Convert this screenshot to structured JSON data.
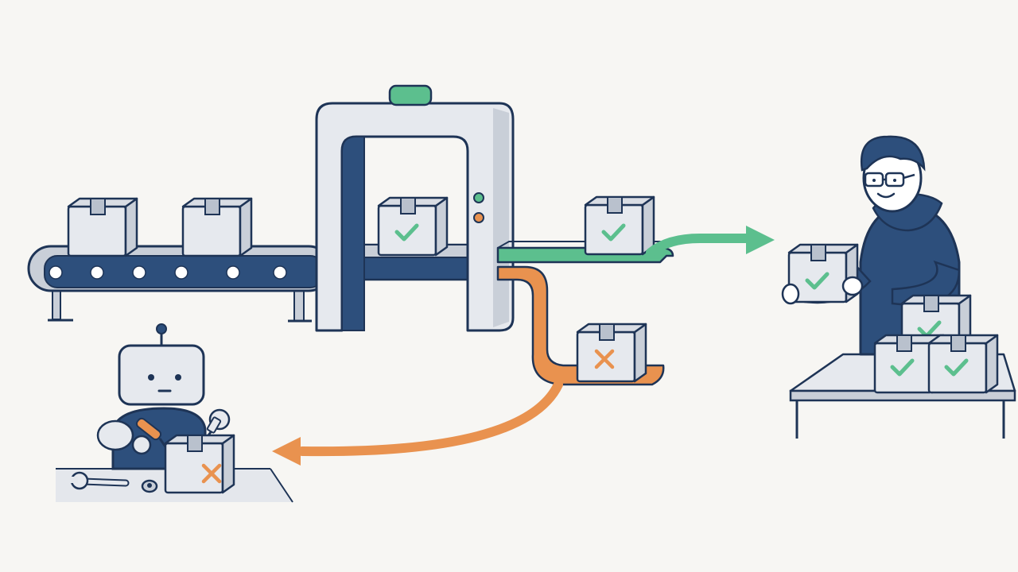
{
  "palette": {
    "background": "#f7f6f3",
    "navy": "#2d4f7c",
    "outline": "#1e3456",
    "box_fill": "#e4e7ec",
    "box_shade": "#c9cfd8",
    "accept_green": "#5cbf8e",
    "reject_orange": "#e9924f",
    "machine_body": "#e6e9ee"
  },
  "scene": {
    "stages": [
      {
        "id": "conveyor",
        "icon": "conveyor-belt-icon"
      },
      {
        "id": "inspection",
        "icon": "inspection-gate-icon"
      },
      {
        "id": "accept",
        "icon": "check-mark-icon",
        "color": "accept_green"
      },
      {
        "id": "reject",
        "icon": "cross-mark-icon",
        "color": "reject_orange"
      },
      {
        "id": "repair",
        "icon": "robot-icon"
      },
      {
        "id": "stacking",
        "icon": "person-icon"
      }
    ]
  }
}
